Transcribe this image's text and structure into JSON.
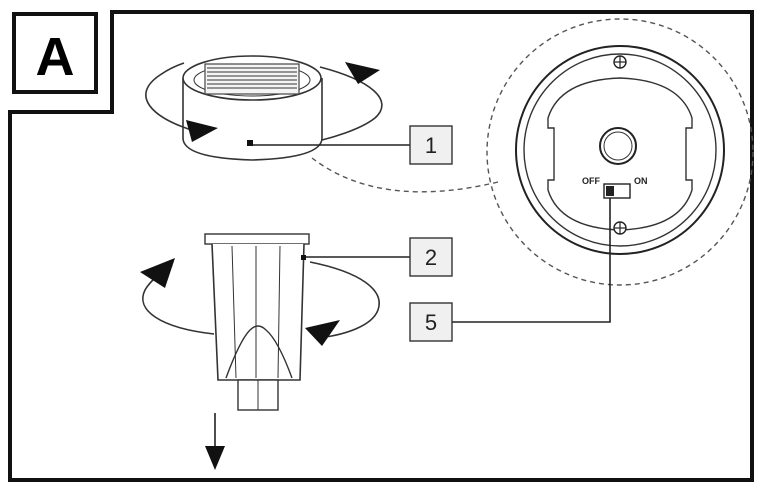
{
  "panel": {
    "letter": "A"
  },
  "callouts": {
    "c1": "1",
    "c2": "2",
    "c5": "5"
  },
  "switch": {
    "off_label": "OFF",
    "on_label": "ON"
  },
  "icons": {
    "rotation": "curved-rotation-arrow-icon",
    "down": "down-arrow-icon",
    "screw": "screw-head-icon"
  }
}
